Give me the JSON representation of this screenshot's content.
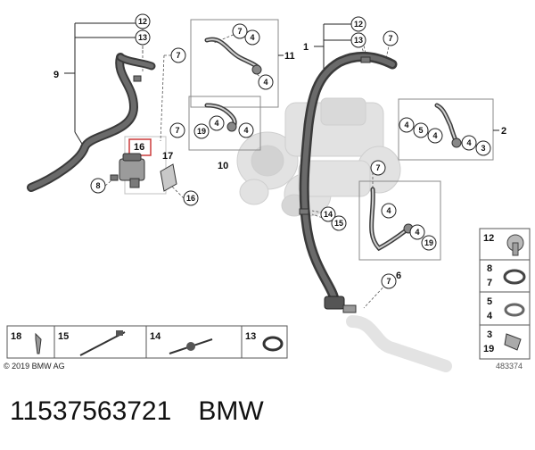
{
  "callouts": {
    "c12a": "12",
    "c13a": "13",
    "c7a": "7",
    "c8": "8",
    "c16b": "16",
    "c14a": "14",
    "c15a": "15",
    "c4a": "4",
    "c7b": "7",
    "c4b": "4",
    "c19a": "19",
    "c4c": "4",
    "c4d": "4",
    "c12b": "12",
    "c13b": "13",
    "c7c": "7",
    "c4e": "4",
    "c5a": "5",
    "c4f": "4",
    "c4g": "4",
    "c3a": "3",
    "c7d": "7",
    "c4h": "4",
    "c4i": "4",
    "c19b": "19"
  },
  "labels": {
    "l9": "9",
    "l11": "11",
    "l1": "1",
    "l2": "2",
    "l10": "10",
    "l17": "17",
    "l6": "6",
    "l16": "16"
  },
  "legend_right": {
    "r1a": "12",
    "r2a": "8",
    "r2b": "7",
    "r3a": "5",
    "r3b": "4",
    "r4a": "3",
    "r4b": "19"
  },
  "legend_bottom": {
    "b1": "18",
    "b2": "15",
    "b3": "14",
    "b4": "13"
  },
  "copyright": "© 2019 BMW AG",
  "doc_number": "483374",
  "caption": {
    "part_number": "11537563721",
    "brand": "BMW"
  }
}
